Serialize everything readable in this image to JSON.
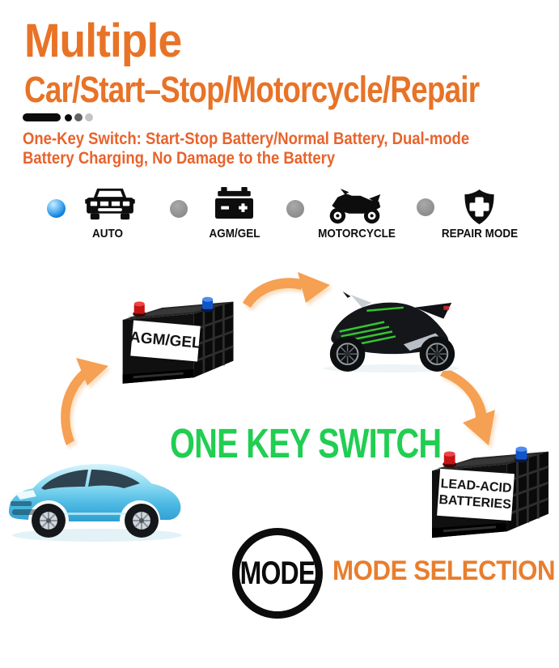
{
  "header": {
    "title": "Multiple",
    "title_line2": "Car/Start–Stop/Motorcycle/Repair",
    "description_line1": "One-Key Switch: Start-Stop Battery/Normal Battery, Dual-mode",
    "description_line2": "Battery Charging, No Damage to the Battery"
  },
  "colors": {
    "heading_orange": "#E87327",
    "description_orange": "#E8632C",
    "accent_green": "#21CE52",
    "arrow_orange": "#F5A053",
    "selected_dot_blue": "#0E7DDC",
    "inactive_dot_gray": "#8D8D8D"
  },
  "mode_bar": {
    "items": [
      {
        "label": "AUTO",
        "icon": "car-icon",
        "indicator": "selected-blue"
      },
      {
        "label": "AGM/GEL",
        "icon": "battery-icon",
        "indicator": "gray"
      },
      {
        "label": "MOTORCYCLE",
        "icon": "motorcycle-icon",
        "indicator": "gray"
      },
      {
        "label": "REPAIR MODE",
        "icon": "shield-plus-icon",
        "indicator": "gray"
      }
    ]
  },
  "diagram": {
    "center_label": "ONE KEY SWITCH",
    "agm_battery_label": "AGM/GEL",
    "lead_acid_label_line1": "LEAD-ACID",
    "lead_acid_label_line2": "BATTERIES"
  },
  "footer": {
    "mode_button_label": "MODE",
    "caption": "MODE SELECTION"
  }
}
